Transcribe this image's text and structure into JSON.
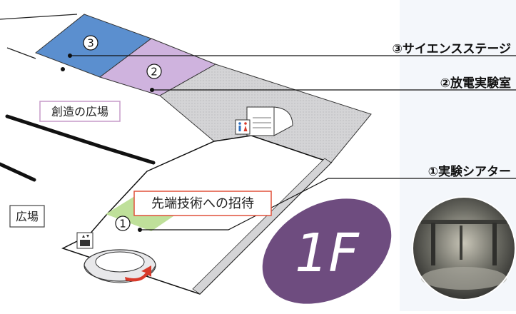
{
  "floor_label": "1F",
  "areas": [
    {
      "id": "science-stage",
      "number": "3",
      "callout": "③サイエンスステージ",
      "color": "#5b8fcf"
    },
    {
      "id": "discharge-lab",
      "number": "2",
      "callout": "②放電実験室",
      "color": "#cfb3de"
    },
    {
      "id": "experiment-theater",
      "number": "1",
      "callout": "①実験シアター",
      "color": "#bfe09a"
    }
  ],
  "labels": {
    "creation_plaza": "創造の広場",
    "invitation": "先端技術への招待",
    "plaza": "広場"
  },
  "icons": [
    "restroom-icon",
    "elevator-icon"
  ],
  "colors": {
    "floor_gray": "#d4d4d6",
    "floor_white": "#ffffff",
    "badge": "#6e4c7f",
    "invitation_border": "#e0503a",
    "creation_border": "#c69ac9",
    "arrow_red": "#d83a2a"
  }
}
